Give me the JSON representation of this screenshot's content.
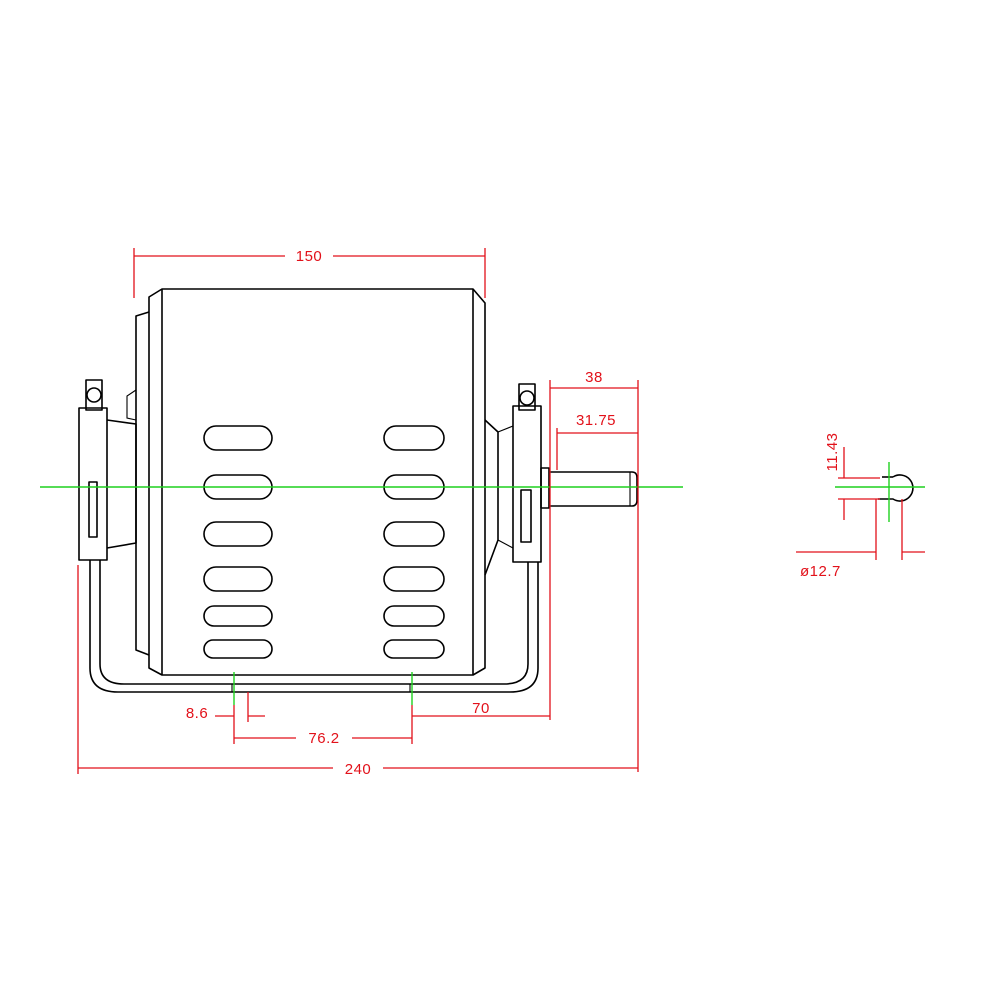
{
  "colors": {
    "outline": "#000000",
    "dimension": "#e2111a",
    "centerline": "#1fd11f",
    "background": "#ffffff"
  },
  "dimensions": {
    "body_length": "150",
    "shaft_length": "38",
    "shaft_key_length": "31.75",
    "flat_offset": "11.43",
    "shaft_diameter": "ø12.7",
    "foot_hole_offset": "8.6",
    "foot_hole_spacing": "76.2",
    "foot_to_shoulder": "70",
    "overall_length": "240"
  }
}
